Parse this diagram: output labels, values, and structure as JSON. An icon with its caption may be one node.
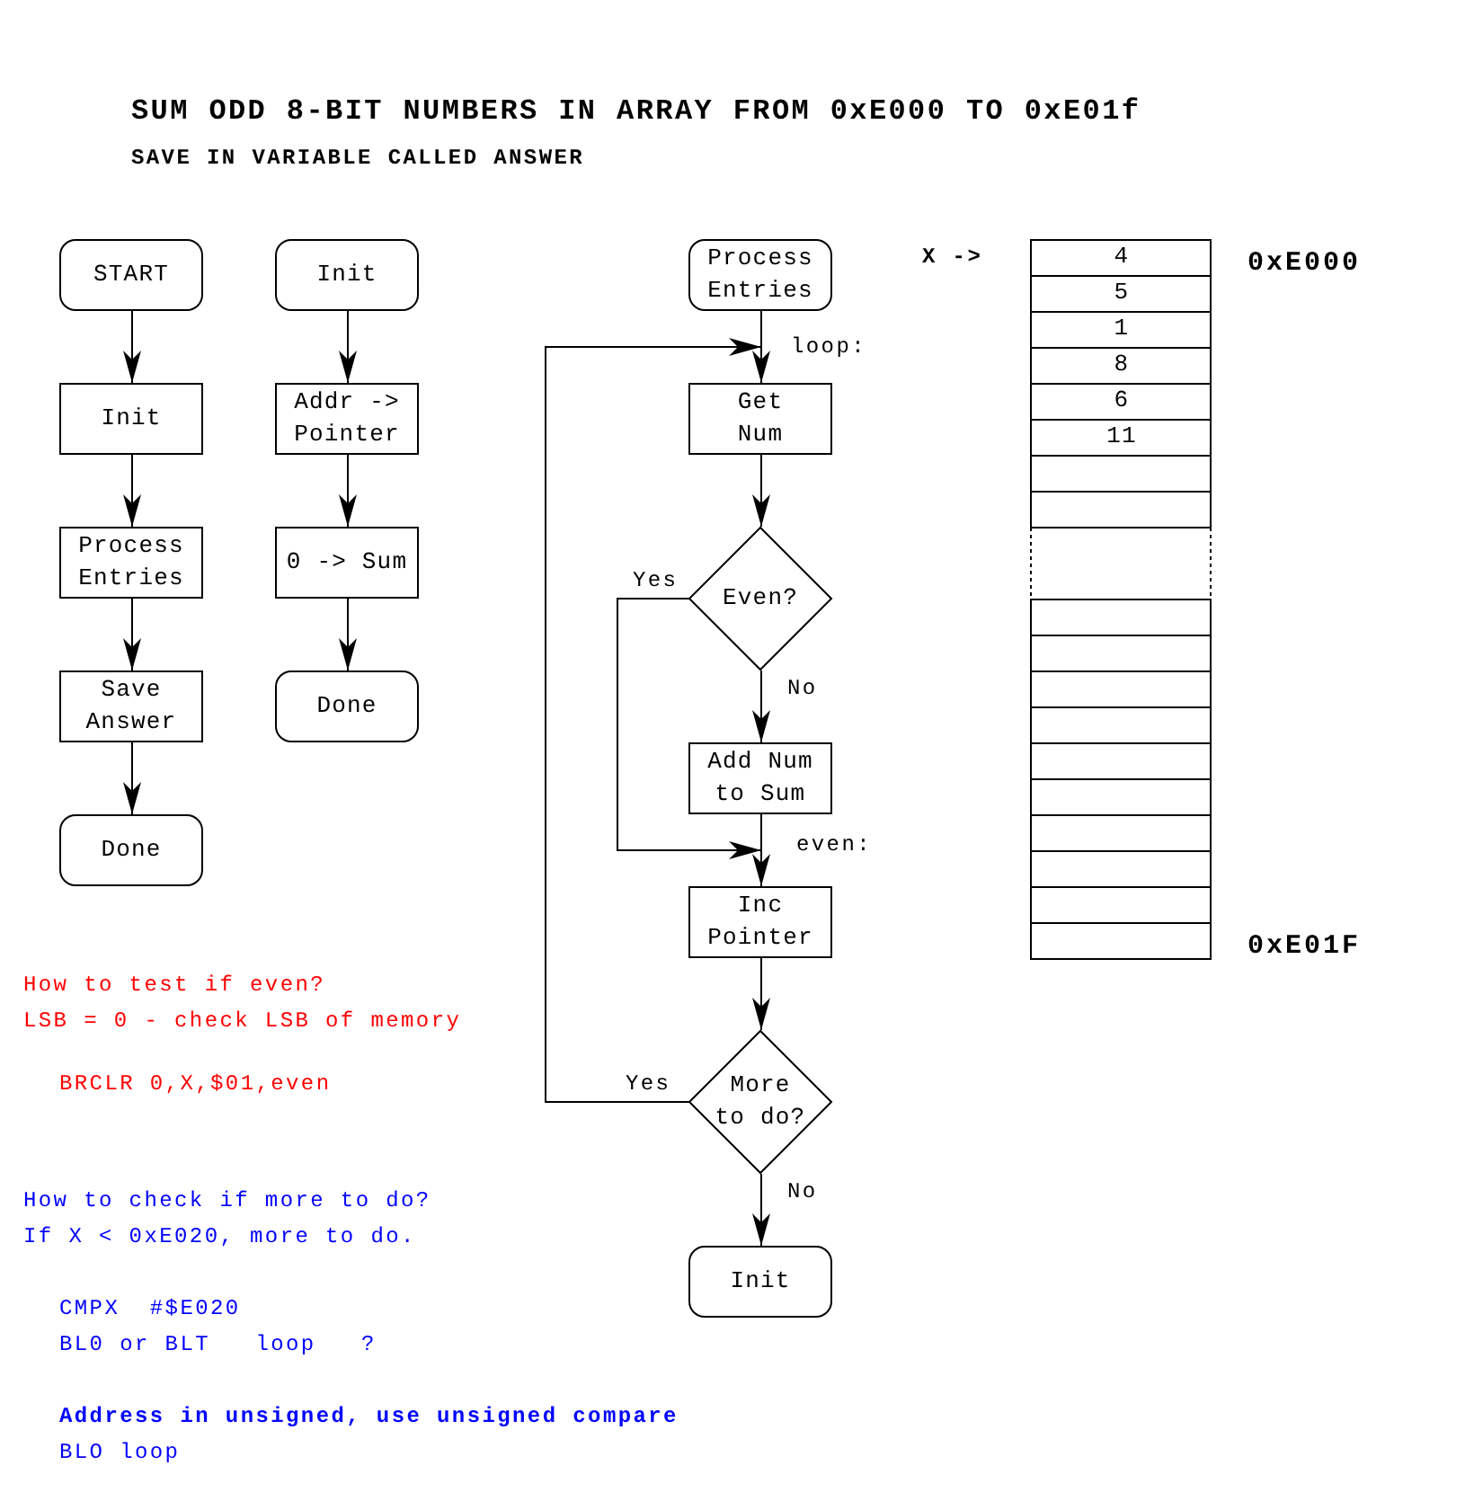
{
  "diagram": {
    "title": "SUM ODD 8-BIT NUMBERS IN ARRAY FROM 0xE000 TO 0xE01f",
    "nodes": [
      {
        "text": [
          "START"
        ]
      },
      {
        "text": [
          "Init"
        ]
      },
      {
        "text": [
          "Process Entries"
        ]
      },
      {
        "text": [
          "Save Answer"
        ]
      },
      {
        "text": [
          "Done"
        ]
      },
      {
        "text": [
          "Init"
        ]
      },
      {
        "text": [
          "Addr -> Pointer"
        ]
      },
      {
        "text": [
          "0 -> Sum"
        ]
      },
      {
        "text": [
          "Done"
        ]
      },
      {
        "text": [
          "Process Entries"
        ]
      },
      {
        "text": [
          "Get Num"
        ],
        "beside": [
          "loop:"
        ]
      },
      {
        "text": [
          "Even?"
        ]
      },
      {
        "text": [
          "Add Num to Sum"
        ]
      },
      {
        "text": [
          "Inc Pointer"
        ],
        "beside": [
          "even:"
        ]
      },
      {
        "text": [
          "More to do?"
        ]
      },
      {
        "text": [
          "Init"
        ]
      }
    ],
    "edges": [
      {
        "from": 0,
        "to": 1,
        "arrow": "to"
      },
      {
        "from": 1,
        "to": 2,
        "arrow": "to"
      },
      {
        "from": 2,
        "to": 3,
        "arrow": "to"
      },
      {
        "from": 3,
        "to": 4,
        "arrow": "to"
      },
      {
        "from": 5,
        "to": 6,
        "arrow": "to"
      },
      {
        "from": 6,
        "to": 7,
        "arrow": "to"
      },
      {
        "from": 7,
        "to": 8,
        "arrow": "to"
      },
      {
        "from": 9,
        "to": 10,
        "arrow": "to"
      },
      {
        "from": 10,
        "to": 11,
        "arrow": "to"
      },
      {
        "from": 11,
        "to": 12,
        "arrow": "to",
        "label": "No"
      },
      {
        "from": 11,
        "to": 13,
        "arrow": "to",
        "label": "Yes"
      },
      {
        "from": 12,
        "to": 13,
        "arrow": "to"
      },
      {
        "from": 13,
        "to": 14,
        "arrow": "to"
      },
      {
        "from": 14,
        "to": 10,
        "arrow": "to",
        "label": "Yes"
      },
      {
        "from": 14,
        "to": 15,
        "arrow": "to",
        "label": "No"
      }
    ],
    "labels": [
      "SAVE IN VARIABLE CALLED ANSWER",
      "X ->",
      "4",
      "0xE000",
      "5",
      "1",
      "8",
      "6",
      "11",
      "0xE01F",
      "How to test if even?",
      "LSB = 0 - check LSB of memory",
      "BRCLR 0,X,$01,even",
      "How to check if more to do?",
      "If X < 0xE020, more to do.",
      "CMPX  #$E020",
      "BL0 or BLT   loop   ?",
      "Address in unsigned, use unsigned compare",
      "BLO loop"
    ]
  }
}
